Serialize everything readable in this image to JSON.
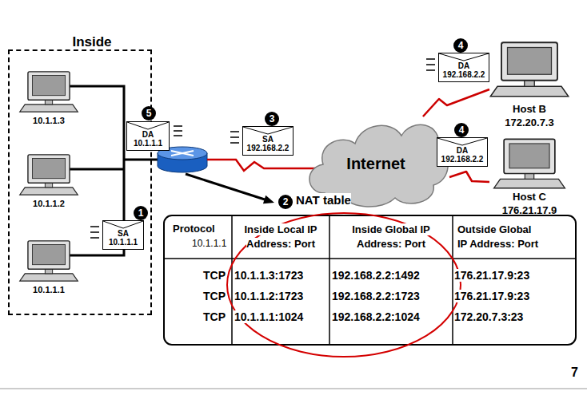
{
  "diagram": {
    "nodes": [
      {
        "text": [
          "Inside"
        ]
      },
      {
        "text": [
          "10.1.1.3"
        ],
        "in": 0
      },
      {
        "text": [
          "DA",
          "10.1.1.1"
        ]
      },
      {
        "text": [
          "10.1.1.2"
        ],
        "in": 0
      },
      {
        "text": [
          "SA",
          "10.1.1.1"
        ],
        "in": 0
      },
      {
        "text": [
          "10.1.1.1"
        ],
        "in": 0
      },
      {
        "text": [
          "SA",
          "192.168.2.2"
        ]
      },
      {
        "text": [
          "DA",
          "192.168.2.2"
        ]
      },
      {
        "text": [
          "Host B",
          "172.20.7.3"
        ]
      },
      {
        "text": [
          "Internet"
        ]
      },
      {
        "text": [
          "DA",
          "192.168.2.2"
        ]
      },
      {
        "text": [
          "Host C",
          "176.21.17.9"
        ]
      }
    ],
    "edges": [
      {
        "from": 9,
        "to": 8,
        "arrow": "none"
      },
      {
        "from": 9,
        "to": 11,
        "arrow": "none"
      }
    ],
    "labels": [
      "5",
      "1",
      "3",
      "4",
      "4",
      "2",
      "NAT table",
      "Protocol",
      "10.1.1.1",
      "Inside Local IP Address: Port",
      "Inside Global IP Address: Port",
      "Outside Global IP Address: Port",
      "TCP",
      "10.1.1.3:1723",
      "192.168.2.2:1492",
      "176.21.17.9:23",
      "TCP",
      "10.1.1.2:1723",
      "192.168.2.2:1723",
      "176.21.17.9:23",
      "TCP",
      "10.1.1.1:1024",
      "192.168.2.2:1024",
      "172.20.7.3:23",
      "7"
    ]
  }
}
